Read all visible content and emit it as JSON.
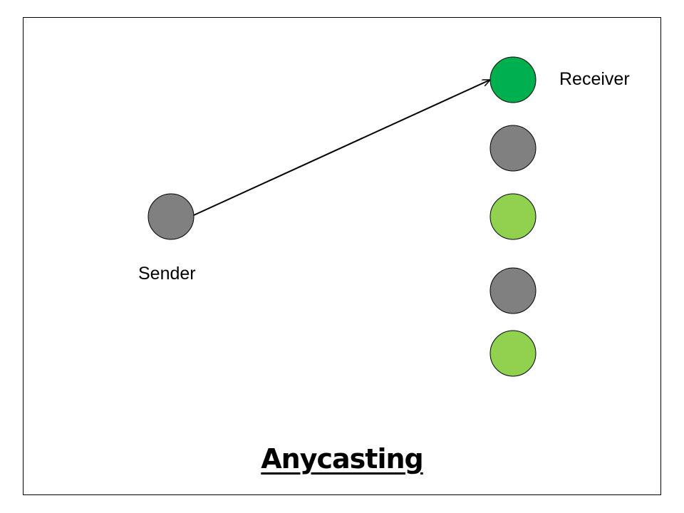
{
  "title": "Anycasting",
  "labels": {
    "sender": "Sender",
    "receiver": "Receiver"
  },
  "colors": {
    "node_gray": "#808080",
    "node_receiver_green": "#00b050",
    "node_light_green": "#92d050",
    "stroke": "#000000"
  },
  "nodes": [
    {
      "id": "sender",
      "role": "sender",
      "color": "node_gray"
    },
    {
      "id": "receiver",
      "role": "receiver",
      "color": "node_receiver_green"
    },
    {
      "id": "node-2",
      "role": "group-member",
      "color": "node_gray"
    },
    {
      "id": "node-3",
      "role": "group-member",
      "color": "node_light_green"
    },
    {
      "id": "node-4",
      "role": "group-member",
      "color": "node_gray"
    },
    {
      "id": "node-5",
      "role": "group-member",
      "color": "node_light_green"
    }
  ],
  "edges": [
    {
      "from": "sender",
      "to": "receiver",
      "arrow": true
    }
  ]
}
